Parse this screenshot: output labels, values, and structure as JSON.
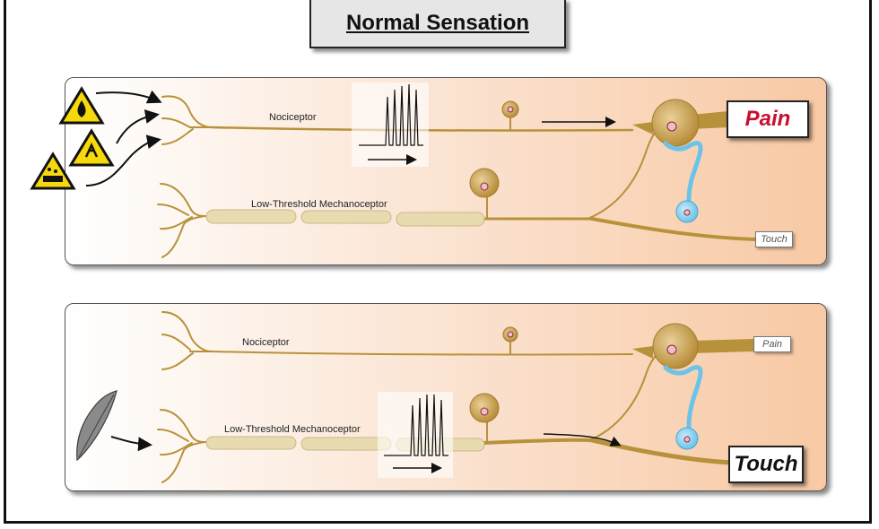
{
  "title": "Normal Sensation",
  "colors": {
    "axon": "#b8923a",
    "myelin": "#e8dbb0",
    "glia": "#8fd1ee",
    "pain_red": "#c8102e",
    "warning_yellow": "#f5d90a"
  },
  "panel_1": {
    "nociceptor_label": "Nociceptor",
    "mechanoceptor_label": "Low-Threshold Mechanoceptor",
    "stimuli_icons": [
      "fire-hazard-icon",
      "toxic-hazard-icon",
      "corrosive-hazard-icon"
    ],
    "output_active": "Pain",
    "output_inactive": "Touch"
  },
  "panel_2": {
    "nociceptor_label": "Nociceptor",
    "mechanoceptor_label": "Low-Threshold Mechanoceptor",
    "stimuli_icons": [
      "feather-icon"
    ],
    "output_active": "Touch",
    "output_inactive": "Pain"
  }
}
